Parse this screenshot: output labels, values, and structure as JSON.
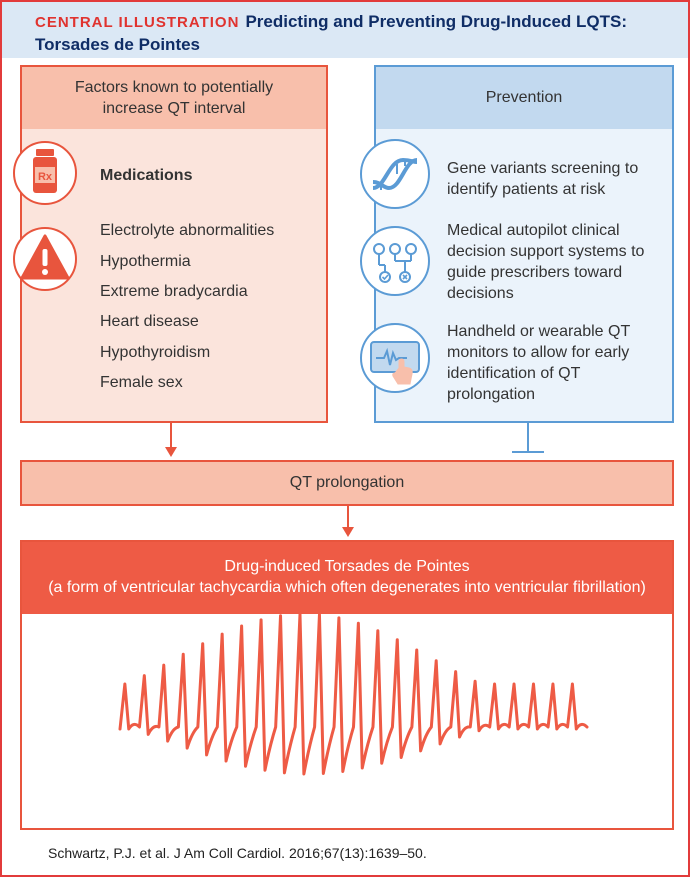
{
  "header": {
    "label": "CENTRAL ILLUSTRATION",
    "title": "Predicting and Preventing Drug-Induced LQTS: Torsades de Pointes"
  },
  "factors": {
    "heading": "Factors known to potentially increase QT interval",
    "medications": "Medications",
    "items": [
      "Electrolyte abnormalities",
      "Hypothermia",
      "Extreme bradycardia",
      "Heart disease",
      "Hypothyroidism",
      "Female sex"
    ]
  },
  "prevention": {
    "heading": "Prevention",
    "items": [
      "Gene variants screening to identify patients at risk",
      "Medical autopilot clinical decision support systems to guide prescribers toward decisions",
      "Handheld or wearable QT monitors to allow for early identification of QT prolongation"
    ]
  },
  "qt_prolongation": "QT prolongation",
  "tdp": {
    "title": "Drug-induced Torsades de Pointes",
    "subtitle": "(a form of ventricular tachycardia which often degenerates into ventricular fibrillation)"
  },
  "citation": "Schwartz, P.J. et al. J Am Coll Cardiol. 2016;67(13):1639–50.",
  "colors": {
    "accent_red": "#e8553d",
    "accent_blue": "#5b9bd5",
    "title_navy": "#0f2d66"
  },
  "icons": [
    "medication-bottle-icon",
    "warning-icon",
    "dna-icon",
    "decision-tree-icon",
    "ecg-tablet-icon"
  ]
}
